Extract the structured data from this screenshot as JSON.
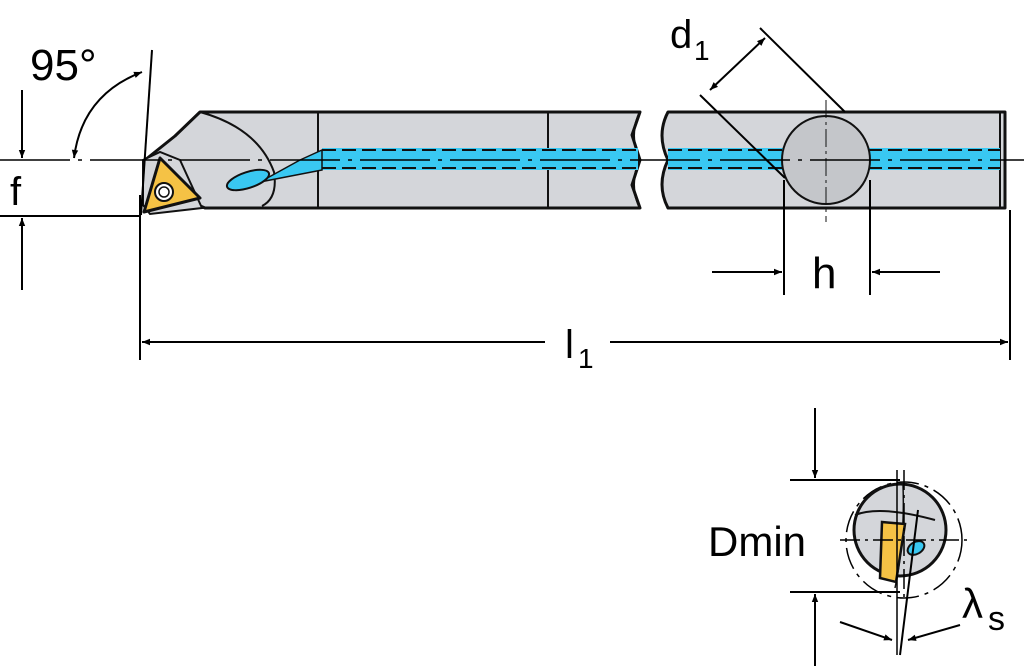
{
  "labels": {
    "angle": "95°",
    "f": "f",
    "d": "d",
    "d_sub": "1",
    "h": "h",
    "l": "l",
    "l_sub": "1",
    "dmin": "Dmin",
    "lambda": "λ",
    "lambda_sub": "s"
  },
  "colors": {
    "body": "#d4d6da",
    "outline": "#111111",
    "coolant": "#39c8f2",
    "insert": "#f5c245",
    "line": "#000000"
  }
}
